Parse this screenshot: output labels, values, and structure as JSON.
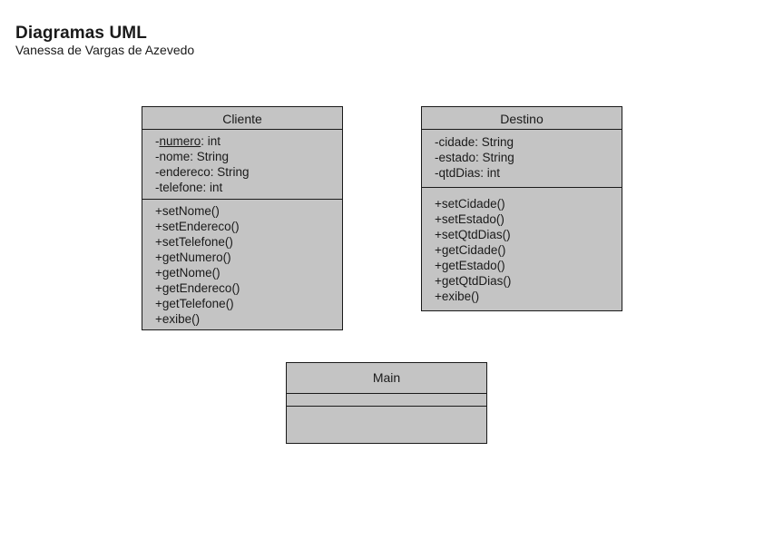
{
  "document": {
    "title": "Diagramas UML",
    "subtitle": "Vanessa de Vargas de Azevedo"
  },
  "classes": {
    "cliente": {
      "name": "Cliente",
      "attributes": [
        {
          "prefix": "-",
          "name": "numero",
          "type": ": int",
          "static": true
        },
        {
          "prefix": "-",
          "name": "nome",
          "type": ": String",
          "static": false
        },
        {
          "prefix": "-",
          "name": "endereco",
          "type": ": String",
          "static": false
        },
        {
          "prefix": "-",
          "name": "telefone",
          "type": ": int",
          "static": false
        }
      ],
      "methods": [
        "+setNome()",
        "+setEndereco()",
        "+setTelefone()",
        "+getNumero()",
        "+getNome()",
        "+getEndereco()",
        "+getTelefone()",
        "+exibe()"
      ]
    },
    "destino": {
      "name": "Destino",
      "attributes": [
        {
          "prefix": "-",
          "name": "cidade",
          "type": ": String",
          "static": false
        },
        {
          "prefix": "-",
          "name": "estado",
          "type": ": String",
          "static": false
        },
        {
          "prefix": "-",
          "name": "qtdDias",
          "type": ": int",
          "static": false
        }
      ],
      "methods": [
        "+setCidade()",
        "+setEstado()",
        "+setQtdDias()",
        "+getCidade()",
        "+getEstado()",
        "+getQtdDias()",
        "+exibe()"
      ]
    },
    "main": {
      "name": "Main",
      "attributes": [],
      "methods": []
    }
  },
  "colors": {
    "class_fill": "#c4c4c4",
    "border": "#1a1a1a",
    "background": "#ffffff"
  }
}
